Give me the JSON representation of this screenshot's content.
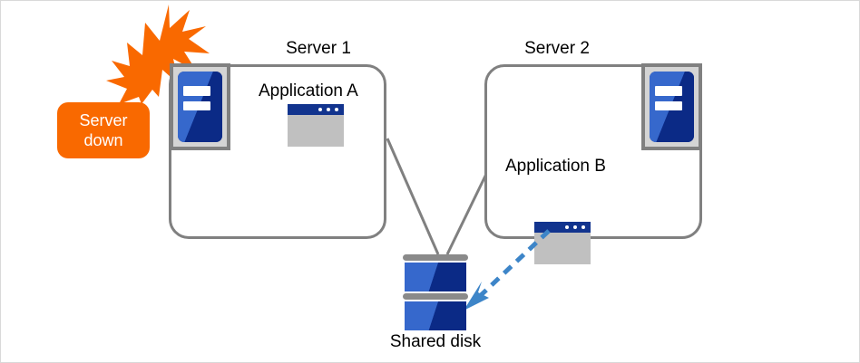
{
  "diagram": {
    "title_server1": "Server 1",
    "title_server2": "Server 2",
    "app_a_label": "Application  A",
    "app_b_label": "Application  B",
    "shared_disk_label": "Shared disk",
    "alert_line1": "Server",
    "alert_line2": "down",
    "colors": {
      "alert_orange": "#f96900",
      "box_gray": "#808080",
      "server_blue_light": "#3668cc",
      "server_blue_dark": "#0b2a86",
      "app_titlebar_blue": "#12348e",
      "app_body_gray": "#c0c0c0",
      "disk_cap_gray": "#8a8a8a",
      "arrow_blue": "#3d85c8",
      "connector_gray": "#808080",
      "text_black": "#000000",
      "icon_frame_gray": "#808080",
      "icon_bg_gray": "#d4d4d4"
    },
    "icons": {
      "server_machine": "server-icon",
      "application_window": "window-icon",
      "disk_stack": "disk-icon",
      "burst": "burst-icon",
      "failover_arrow": "dashed-arrow-icon"
    }
  }
}
